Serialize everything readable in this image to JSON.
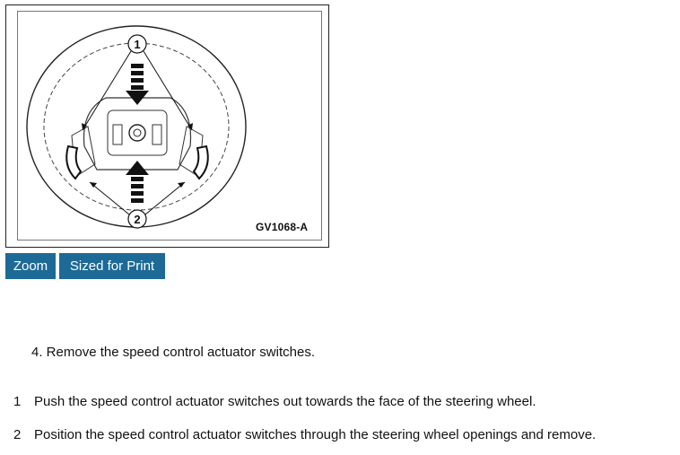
{
  "figure": {
    "code": "GV1068-A",
    "callouts": [
      "1",
      "2"
    ]
  },
  "buttons": {
    "zoom": "Zoom",
    "print": "Sized for Print"
  },
  "step": {
    "heading": "4. Remove the speed control actuator switches."
  },
  "instructions": [
    {
      "number": "1",
      "text": "Push the speed control actuator switches out towards the face of the steering wheel."
    },
    {
      "number": "2",
      "text": "Position the speed control actuator switches through the steering wheel openings and remove."
    }
  ]
}
